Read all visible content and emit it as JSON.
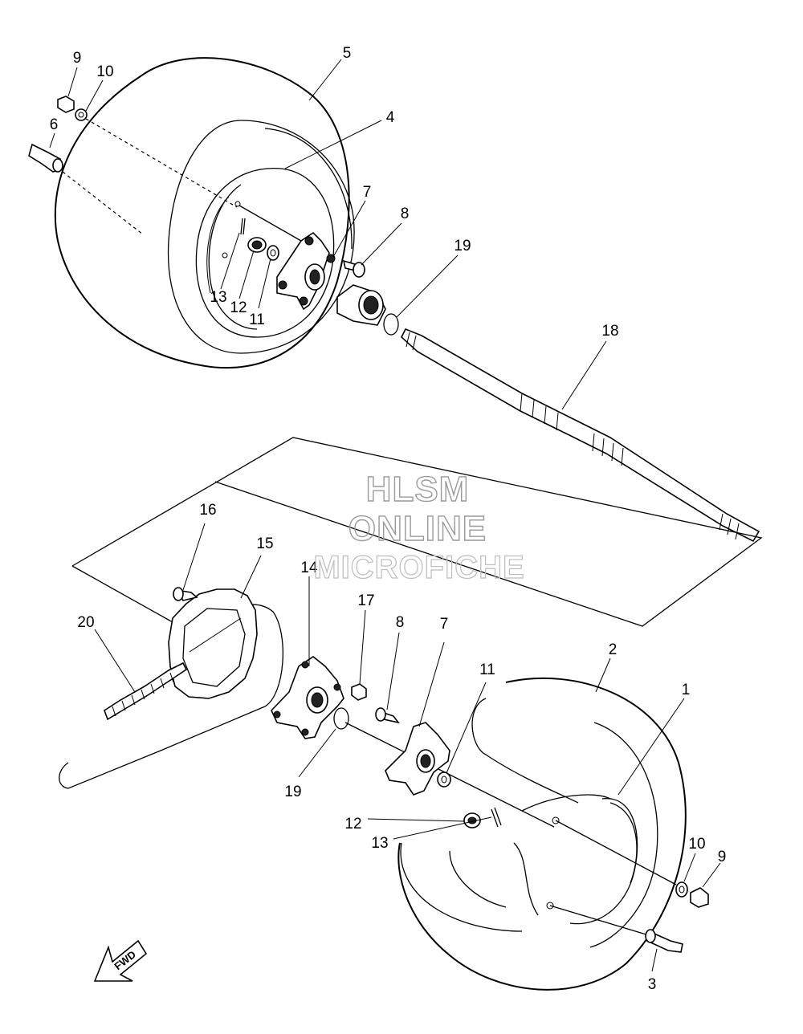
{
  "diagram": {
    "callouts": [
      "9",
      "10",
      "6",
      "5",
      "4",
      "7",
      "8",
      "19",
      "13",
      "12",
      "11",
      "18",
      "16",
      "15",
      "14",
      "17",
      "8",
      "7",
      "11",
      "2",
      "1",
      "20",
      "19",
      "12",
      "13",
      "10",
      "9",
      "3"
    ],
    "watermark": {
      "line1": "HLSM",
      "line2": "ONLINE",
      "line3": "MICROFICHE"
    },
    "direction_label": "FWD"
  }
}
